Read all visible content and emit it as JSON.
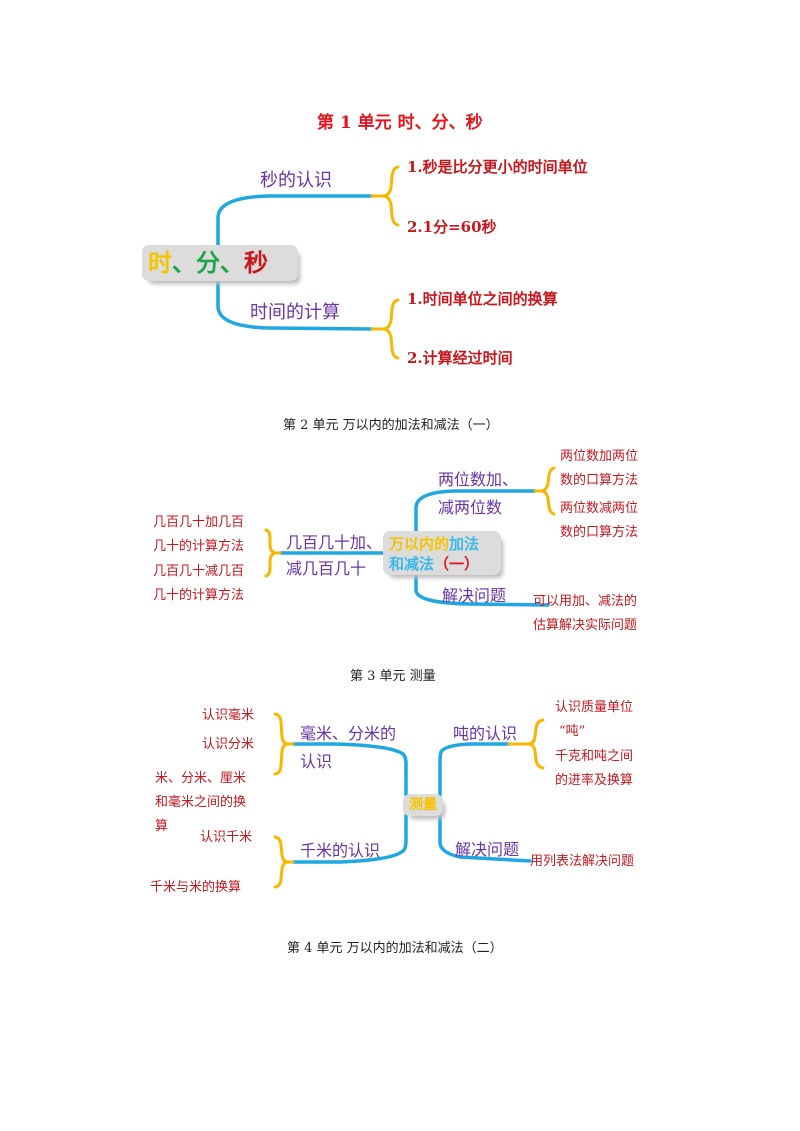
{
  "colors": {
    "branch_line": "#1ea7e0",
    "bracket": "#f5b800",
    "branch_text": "#6b33a8",
    "leaf_text": "#c8161d",
    "title_red": "#e3141c"
  },
  "unit1": {
    "title": "第 1 单元  时、分、秒",
    "center": [
      {
        "text": "时",
        "color": "#f5c400"
      },
      {
        "text": "、",
        "color": "#1fa34a"
      },
      {
        "text": "分",
        "color": "#1fa34a"
      },
      {
        "text": "、",
        "color": "#1fa34a"
      },
      {
        "text": "秒",
        "color": "#c8161d"
      }
    ],
    "branches": [
      {
        "label": "秒的认识",
        "leaves": [
          "1.秒是比分更小的时间单位",
          "2.1分=60秒"
        ]
      },
      {
        "label": "时间的计算",
        "leaves": [
          "1.时间单位之间的换算",
          "2.计算经过时间"
        ]
      }
    ]
  },
  "unit2": {
    "title": "第 2 单元  万以内的加法和减法（一）",
    "center": {
      "line1": [
        {
          "text": "万以内的",
          "color": "#f5c400"
        },
        {
          "text": "加法",
          "color": "#3ab9e8"
        }
      ],
      "line2": [
        {
          "text": "和减法",
          "color": "#3ab9e8"
        },
        {
          "text": "（一）",
          "color": "#e3141c"
        }
      ]
    },
    "left_branch": {
      "label_lines": [
        "几百几十加、",
        "减几百几十"
      ],
      "leaves": [
        [
          "几百几十加几百",
          "几十的计算方法"
        ],
        [
          "几百几十减几百",
          "几十的计算方法"
        ]
      ]
    },
    "right_branches": [
      {
        "label_lines": [
          "两位数加、",
          "减两位数"
        ],
        "leaves": [
          [
            "两位数加两位",
            "数的口算方法"
          ],
          [
            "两位数减两位",
            "数的口算方法"
          ]
        ]
      },
      {
        "label_lines": [
          "解决问题"
        ],
        "leaves": [
          [
            "可以用加、减法的",
            "估算解决实际问题"
          ]
        ]
      }
    ]
  },
  "unit3": {
    "title": "第 3 单元  测量",
    "center": "测量",
    "left_branches": [
      {
        "label_lines": [
          "毫米、分米的",
          "认识"
        ],
        "leaves": [
          [
            "认识毫米"
          ],
          [
            "认识分米"
          ],
          [
            "米、分米、厘米",
            "和毫米之间的换",
            "算"
          ]
        ]
      },
      {
        "label_lines": [
          "千米的认识"
        ],
        "leaves": [
          [
            "认识千米"
          ],
          [
            "千米与米的换算"
          ]
        ]
      }
    ],
    "right_branches": [
      {
        "label_lines": [
          "吨的认识"
        ],
        "leaves": [
          [
            "认识质量单位",
            "“吨”"
          ],
          [
            "千克和吨之间",
            "的进率及换算"
          ]
        ]
      },
      {
        "label_lines": [
          "解决问题"
        ],
        "leaves": [
          [
            "用列表法解决问题"
          ]
        ]
      }
    ]
  },
  "unit4": {
    "title": "第 4 单元  万以内的加法和减法（二）"
  }
}
